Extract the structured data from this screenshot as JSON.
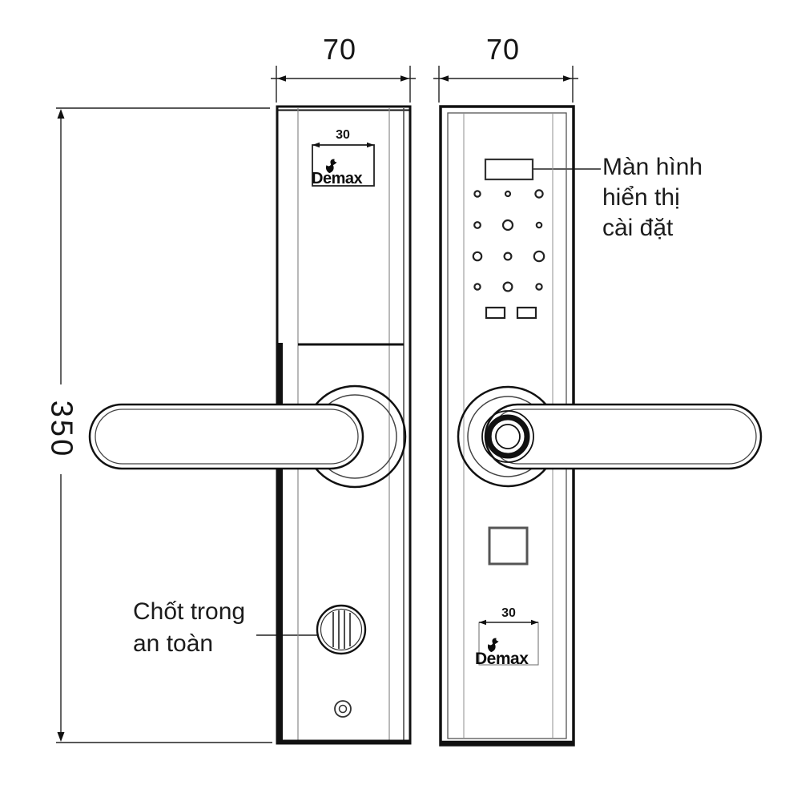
{
  "diagram": {
    "brand_logo_text": "Demax",
    "dims": {
      "left_width": "70",
      "right_width": "70",
      "height": "350",
      "left_logo_width": "30",
      "right_logo_width": "30"
    },
    "labels": {
      "display_line1": "Màn hình",
      "display_line2": "hiển thị",
      "display_line3": "cài đặt",
      "latch_line1": "Chốt trong",
      "latch_line2": "an toàn"
    },
    "icons": {
      "brand_icon": "demax-bird-icon"
    },
    "colors": {
      "line": "#111111",
      "detail_line": "#8a8a8a",
      "background": "#ffffff"
    }
  }
}
